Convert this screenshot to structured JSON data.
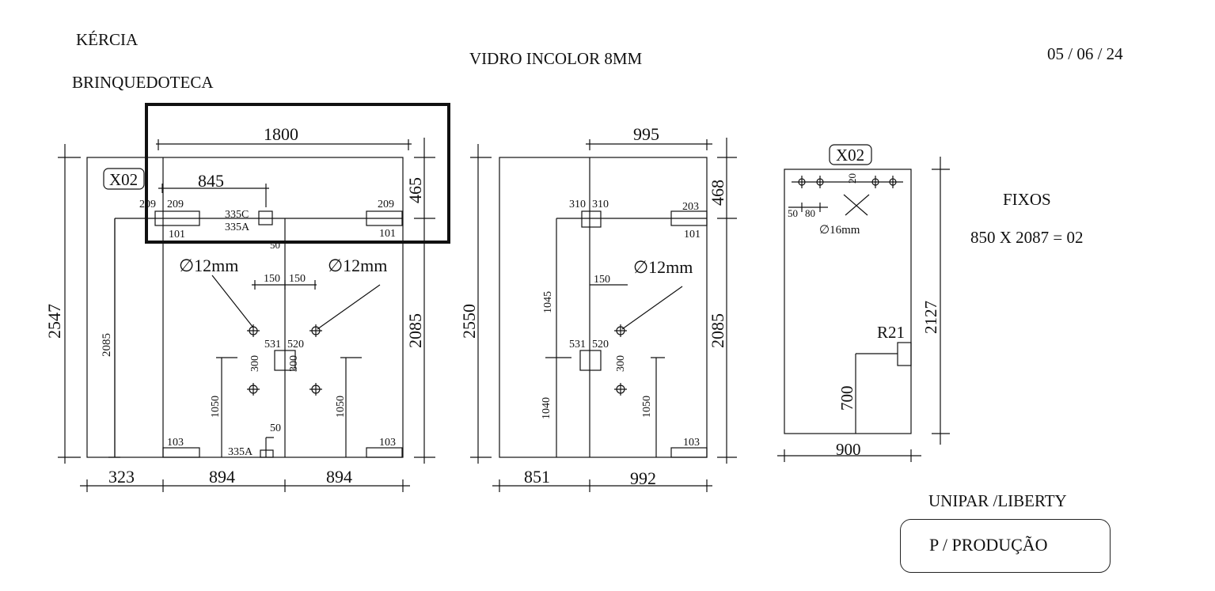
{
  "header": {
    "client": "KÉRCIA",
    "project": "BRINQUEDOTECA",
    "glass": "VIDRO INCOLOR 8MM",
    "date": "05 / 06 / 24"
  },
  "fixos": {
    "title": "FIXOS",
    "spec": "850 X 2087 = 02"
  },
  "supplier": "UNIPAR /LIBERTY",
  "production_label": "P / PRODUÇÃO",
  "panel1": {
    "tag": "X02",
    "width_top": "1800",
    "width_sub": "845",
    "height_total": "2547",
    "height_top": "465",
    "height_main": "2085",
    "height_left_inner": "2085",
    "offset_left": "323",
    "seg_left": "894",
    "seg_right": "894",
    "hinge_tl_a": "209",
    "hinge_tl_b": "209",
    "hinge_tl_c": "101",
    "hinge_tr_a": "209",
    "hinge_tr_b": "101",
    "lock_top_a": "335C",
    "lock_top_b": "335A",
    "lock_top_c": "50",
    "hole_label_left": "∅12mm",
    "hole_label_right": "∅12mm",
    "hole_spacing_a": "150",
    "hole_spacing_b": "150",
    "handle_a": "531",
    "handle_b": "520",
    "vert_left_300": "300",
    "vert_right_300": "300",
    "vert_left_1050": "1050",
    "vert_right_1050": "1050",
    "bottom_50": "50",
    "bottom_lock": "335A",
    "pivot_bl": "103",
    "pivot_br": "103"
  },
  "panel2": {
    "width_top": "995",
    "height_total": "2550",
    "height_top": "468",
    "height_main": "2085",
    "hinge_a": "310",
    "hinge_b": "310",
    "hinge_c": "203",
    "hinge_d": "101",
    "vert_1045": "1045",
    "hole_spacing": "150",
    "hole_label": "∅12mm",
    "handle_a": "531",
    "handle_b": "520",
    "vert_300": "300",
    "vert_1040": "1040",
    "vert_1050": "1050",
    "pivot_br": "103",
    "seg_left": "851",
    "seg_right": "992"
  },
  "panel3": {
    "tag": "X02",
    "hole_spacing_a": "50",
    "hole_spacing_b": "80",
    "hole_offset": "20",
    "hole_label": "∅16mm",
    "radius": "R21",
    "height_lower": "700",
    "height_total": "2127",
    "width": "900"
  }
}
